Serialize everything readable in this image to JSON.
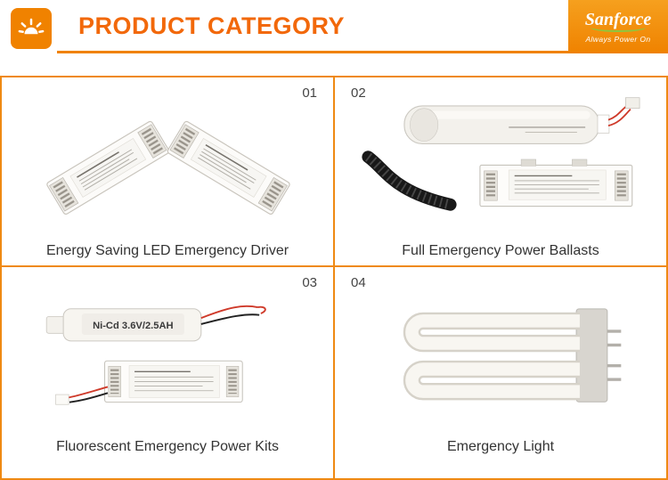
{
  "header": {
    "title": "PRODUCT CATEGORY",
    "logo": {
      "brand": "Sanforce",
      "tagline": "Always Power On"
    }
  },
  "cells": [
    {
      "number": "01",
      "caption": "Energy Saving LED Emergency Driver"
    },
    {
      "number": "02",
      "caption": "Full Emergency Power Ballasts"
    },
    {
      "number": "03",
      "caption": "Fluorescent Emergency Power Kits"
    },
    {
      "number": "04",
      "caption": "Emergency Light"
    }
  ],
  "product_labels": {
    "battery_cell": "Ni-Cd  3.6V/2.5AH"
  },
  "colors": {
    "accent_border": "#ef8913",
    "title_orange": "#f2680a",
    "logo_orange": "#f08200",
    "logo_green": "#8dc63f",
    "text_dark": "#333333"
  }
}
